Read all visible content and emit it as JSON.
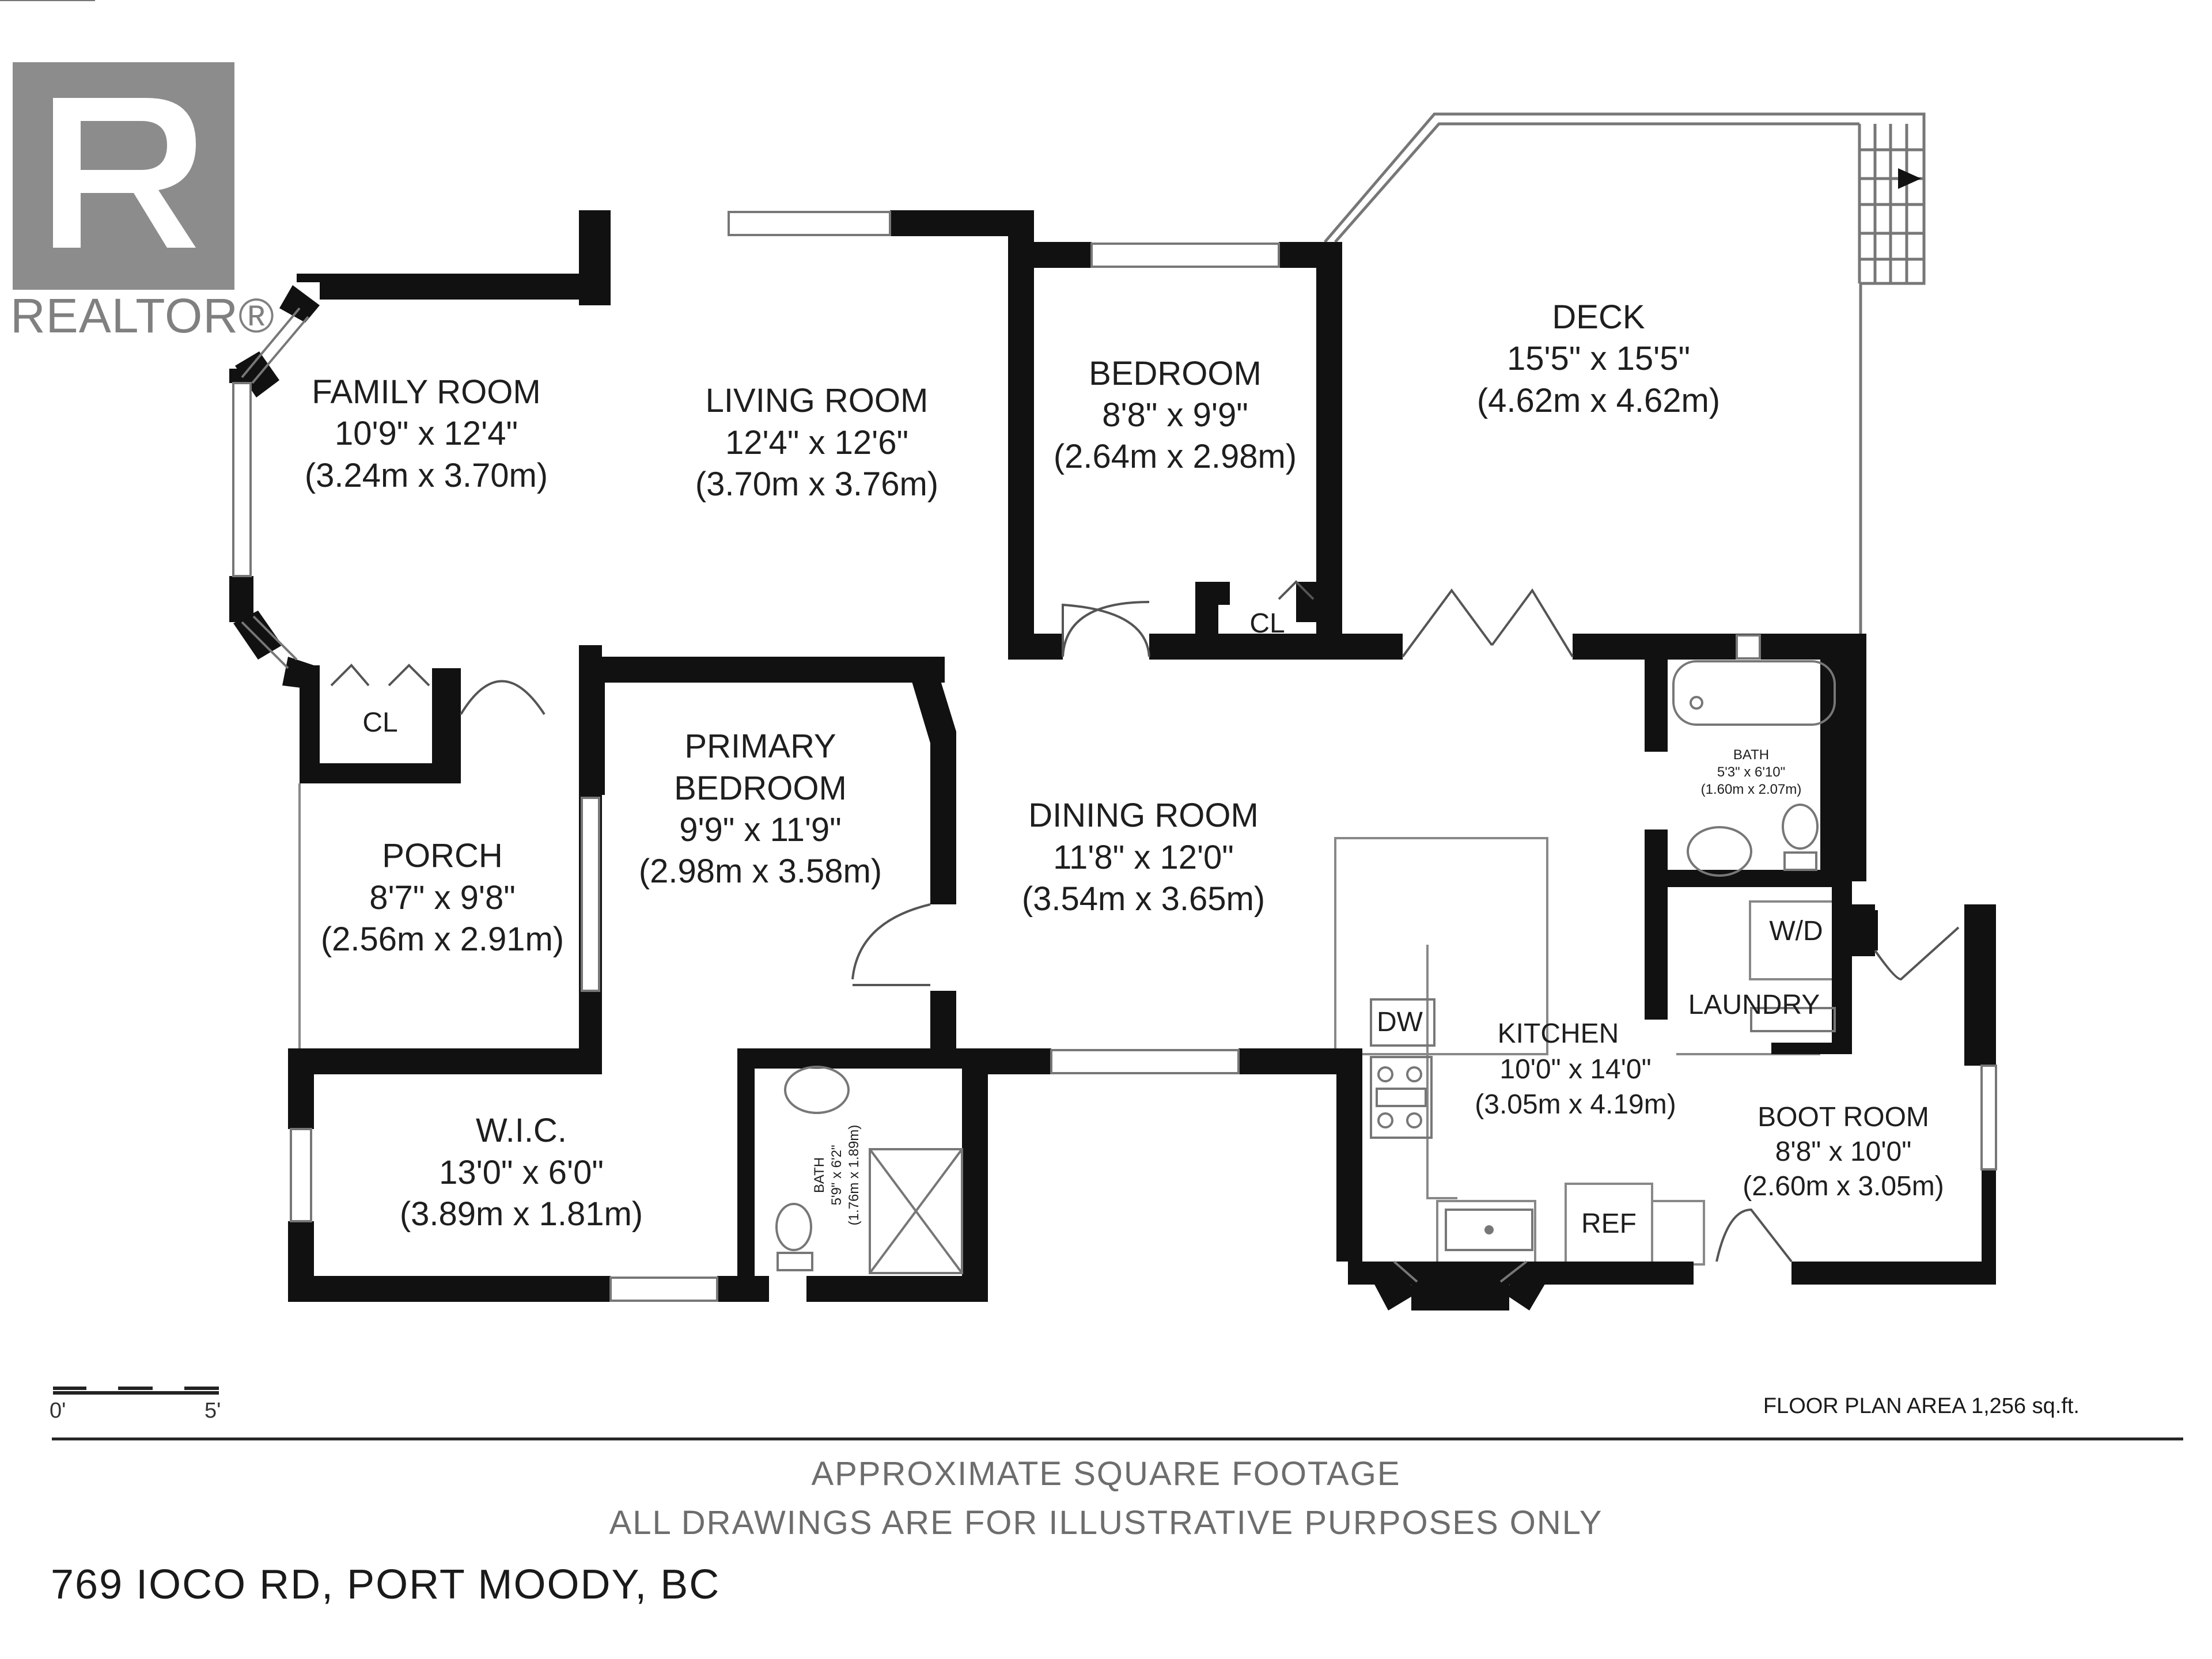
{
  "logo": {
    "letter": "R",
    "text": "REALTOR®"
  },
  "rooms": {
    "family_room": {
      "name": "FAMILY ROOM",
      "imperial": "10'9\" x 12'4\"",
      "metric": "(3.24m x 3.70m)"
    },
    "living_room": {
      "name": "LIVING ROOM",
      "imperial": "12'4\" x 12'6\"",
      "metric": "(3.70m x 3.76m)"
    },
    "bedroom": {
      "name": "BEDROOM",
      "imperial": "8'8\" x 9'9\"",
      "metric": "(2.64m x 2.98m)"
    },
    "deck": {
      "name": "DECK",
      "imperial": "15'5\" x 15'5\"",
      "metric": "(4.62m x 4.62m)"
    },
    "primary_bedroom": {
      "name_line1": "PRIMARY",
      "name_line2": "BEDROOM",
      "imperial": "9'9\" x 11'9\"",
      "metric": "(2.98m x 3.58m)"
    },
    "dining_room": {
      "name": "DINING ROOM",
      "imperial": "11'8\" x 12'0\"",
      "metric": "(3.54m x 3.65m)"
    },
    "porch": {
      "name": "PORCH",
      "imperial": "8'7\" x 9'8\"",
      "metric": "(2.56m x 2.91m)"
    },
    "wic": {
      "name": "W.I.C.",
      "imperial": "13'0\" x 6'0\"",
      "metric": "(3.89m x 1.81m)"
    },
    "kitchen": {
      "name": "KITCHEN",
      "imperial": "10'0\" x 14'0\"",
      "metric": "(3.05m x 4.19m)"
    },
    "boot_room": {
      "name": "BOOT ROOM",
      "imperial": "8'8\" x 10'0\"",
      "metric": "(2.60m x 3.05m)"
    },
    "bath_upper": {
      "name": "BATH",
      "imperial": "5'3\" x 6'10\"",
      "metric": "(1.60m x 2.07m)"
    },
    "bath_lower": {
      "name": "BATH",
      "imperial": "5'9\" x 6'2\"",
      "metric": "(1.76m x 1.89m)"
    },
    "laundry": {
      "name": "LAUNDRY"
    }
  },
  "fixtures": {
    "closet_label": "CL",
    "washer_dryer": "W/D",
    "dishwasher": "DW",
    "refrigerator": "REF"
  },
  "scale": {
    "start": "0'",
    "end": "5'"
  },
  "floor_plan_area": "FLOOR PLAN AREA 1,256 sq.ft.",
  "notes": [
    "APPROXIMATE SQUARE FOOTAGE",
    "ALL DRAWINGS ARE FOR ILLUSTRATIVE PURPOSES ONLY"
  ],
  "address": "769 IOCO RD, PORT MOODY, BC"
}
